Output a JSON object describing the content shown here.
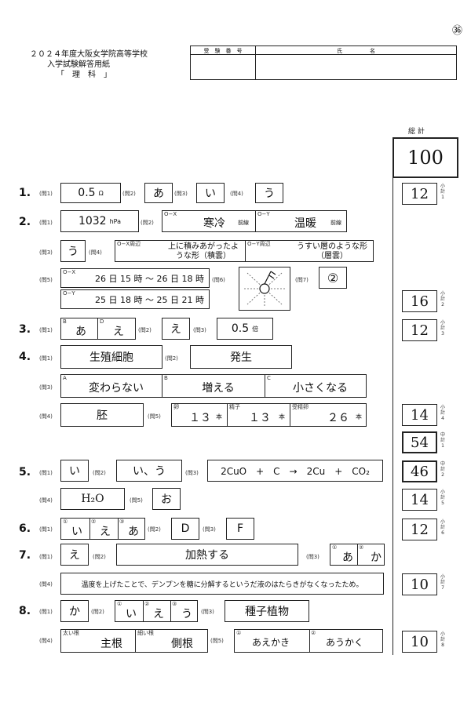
{
  "header": {
    "page_num": "㊱",
    "school_title": "２０２４年度大阪女学院高等学校",
    "sheet_title": "入学試験解答用紙",
    "subject": "「　理　科　」",
    "exam_num_label": "受　験　番　号",
    "name_label": "氏　　　　　名"
  },
  "total": {
    "label": "総 計",
    "value": "100"
  },
  "subtotal_labels": {
    "s1": "小計1",
    "s2": "小計2",
    "s3": "小計3",
    "s4": "小計4",
    "m1": "中計1",
    "m2": "中計2",
    "s5": "小計5",
    "s6": "小計6",
    "s7": "小計7",
    "s8": "小計8"
  },
  "scores": {
    "s1": "12",
    "s2": "16",
    "s3": "12",
    "s4": "14",
    "m1": "54",
    "m2": "46",
    "s5": "14",
    "s6": "12",
    "s7": "10",
    "s8": "10"
  },
  "qlabels": {
    "q1": "(問1)",
    "q2": "(問2)",
    "q3": "(問3)",
    "q4": "(問4)",
    "q5": "(問5)",
    "q6": "(問6)",
    "q7": "(問7)"
  },
  "sections": {
    "s1": "1.",
    "s2": "2.",
    "s3": "3.",
    "s4": "4.",
    "s5": "5.",
    "s6": "6.",
    "s7": "7.",
    "s8": "8."
  },
  "q1": {
    "a1": "0.5",
    "a1_unit": "Ω",
    "a2": "あ",
    "a3": "い",
    "a4": "う"
  },
  "q2": {
    "a1": "1032",
    "a1_unit": "hPa",
    "ox_tag": "O−X",
    "ox_val": "寒冷",
    "oy_tag": "O−Y",
    "oy_val": "温暖",
    "front": "前線",
    "a3": "う",
    "q4_ox_tag": "O−X周辺",
    "q4_ox_val": "上に積みあがったような形（積雲）",
    "q4_oy_tag": "O−Y周辺",
    "q4_oy_val": "うすい層のような形（層雲）",
    "q5_ox_tag": "O−X",
    "q5_ox_val": "26 日 15 時 〜 26 日 18 時",
    "q5_oy_tag": "O−Y",
    "q5_oy_val": "25 日 18 時 〜 25 日 21 時",
    "a7": "②"
  },
  "q3": {
    "b_tag": "B",
    "b_val": "あ",
    "d_tag": "D",
    "d_val": "え",
    "a2": "え",
    "a3": "0.5",
    "a3_unit": "倍"
  },
  "q4": {
    "a1": "生殖細胞",
    "a2": "発生",
    "a_tag": "A",
    "a_val": "変わらない",
    "b_tag": "B",
    "b_val": "増える",
    "c_tag": "C",
    "c_val": "小さくなる",
    "a4": "胚",
    "egg_tag": "卵",
    "egg_val": "１３",
    "sperm_tag": "精子",
    "sperm_val": "１３",
    "fert_tag": "受精卵",
    "fert_val": "２６",
    "unit": "本"
  },
  "q5": {
    "a1": "い",
    "a2": "い、う",
    "a3": "2CuO　+　C　→　2Cu　+　CO₂",
    "a4": "H₂O",
    "a5": "お"
  },
  "q6": {
    "c1": "①",
    "v1": "い",
    "c2": "②",
    "v2": "え",
    "c3": "③",
    "v3": "あ",
    "a2": "D",
    "a3": "F"
  },
  "q7": {
    "a1": "え",
    "a2": "加熱する",
    "c1": "①",
    "v1": "あ",
    "c2": "②",
    "v2": "か",
    "a4": "温度を上げたことで、デンプンを糖に分解するというだ液のはたらきがなくなったため。"
  },
  "q8": {
    "a1": "か",
    "c1": "①",
    "v1": "い",
    "c2": "②",
    "v2": "え",
    "c3": "③",
    "v3": "う",
    "a3": "種子植物",
    "thick_tag": "太い根",
    "thick_val": "主根",
    "thin_tag": "細い根",
    "thin_val": "側根",
    "a5_1": "あえかき",
    "a5_2": "あうかく"
  }
}
